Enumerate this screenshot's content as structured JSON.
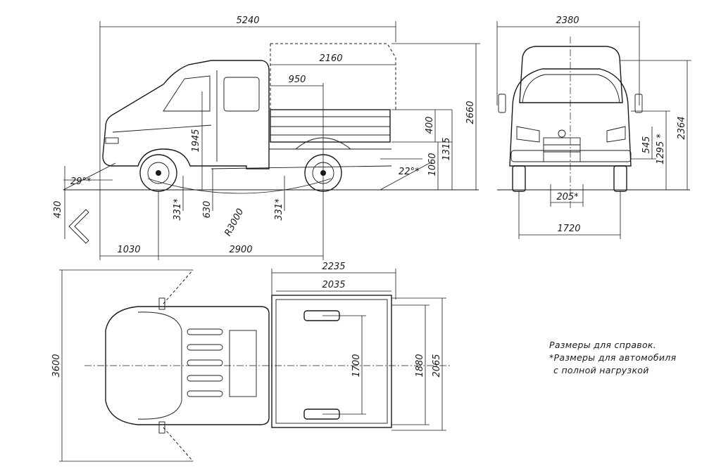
{
  "side_view": {
    "overall_length": "5240",
    "body_length": "2160",
    "body_front_offset": "950",
    "overall_height": "2660",
    "body_side_height": "400",
    "floor_height": "1060",
    "body_top_height": "1315",
    "cab_height": "1945",
    "approach_angle": "29°*",
    "departure_angle": "22°*",
    "ground_clearance_left": "331*",
    "ground_clearance_right": "331*",
    "mid_dim": "630",
    "ramp_radius": "R3000",
    "front_overhang": "1030",
    "wheelbase": "2900",
    "vertical_430": "430"
  },
  "front_view": {
    "overall_width": "2380",
    "overall_height": "2364",
    "dim_545": "545",
    "dim_1295": "1295 *",
    "dim_205": "205*",
    "track": "1720"
  },
  "top_view": {
    "body_outer_length": "2235",
    "body_inner_length": "2035",
    "vehicle_width": "3600",
    "dim_1700": "1700",
    "dim_1880": "1880",
    "dim_2065": "2065"
  },
  "notes": {
    "line1": "Размеры для справок.",
    "line2": "*Размеры для автомобиля",
    "line3": "с полной нагрузкой"
  }
}
